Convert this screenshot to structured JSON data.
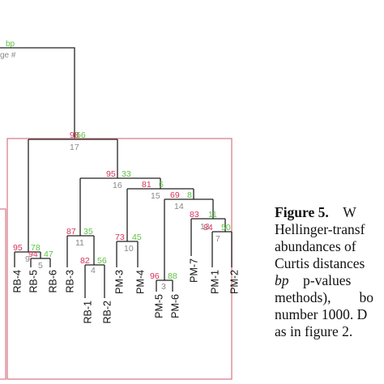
{
  "legend": {
    "au": "",
    "bp": "bp",
    "edge": "ge #"
  },
  "colors": {
    "au": "#d8315b",
    "bp": "#5cc341",
    "edge": "#888888",
    "cluster_box": "#d97f8f",
    "tree": "#222222"
  },
  "leaves": [
    "RB-4",
    "RB-5",
    "RB-6",
    "RB-3",
    "RB-1",
    "RB-2",
    "PM-3",
    "PM-4",
    "PM-5",
    "PM-6",
    "PM-7",
    "PM-1",
    "PM-2"
  ],
  "nodes": [
    {
      "au": "98",
      "bp": "66",
      "edge": "17"
    },
    {
      "au": "95",
      "bp": "33",
      "edge": "16"
    },
    {
      "au": "81",
      "bp": "6",
      "edge": "15"
    },
    {
      "au": "69",
      "bp": "8",
      "edge": "14"
    },
    {
      "au": "83",
      "bp": "11",
      "edge": "13"
    },
    {
      "au": "84",
      "bp": "50",
      "edge": "7"
    },
    {
      "au": "87",
      "bp": "35",
      "edge": "11"
    },
    {
      "au": "82",
      "bp": "56",
      "edge": "4"
    },
    {
      "au": "73",
      "bp": "45",
      "edge": "10"
    },
    {
      "au": "96",
      "bp": "88",
      "edge": "3"
    },
    {
      "au": "95",
      "bp": "78",
      "edge": "9"
    },
    {
      "au": "94",
      "bp": "47",
      "edge": "5"
    }
  ],
  "caption": {
    "label": "Figure 5.",
    "l1_rest": "W",
    "l2": "Hellinger-transf",
    "l3": "abundances of",
    "l4": "Curtis distances",
    "l5_bp": "bp",
    "l5_rest": "p-values",
    "l6a": "methods),",
    "l6b": "bo",
    "l7": "number 1000. D",
    "l8": "as in figure 2."
  }
}
